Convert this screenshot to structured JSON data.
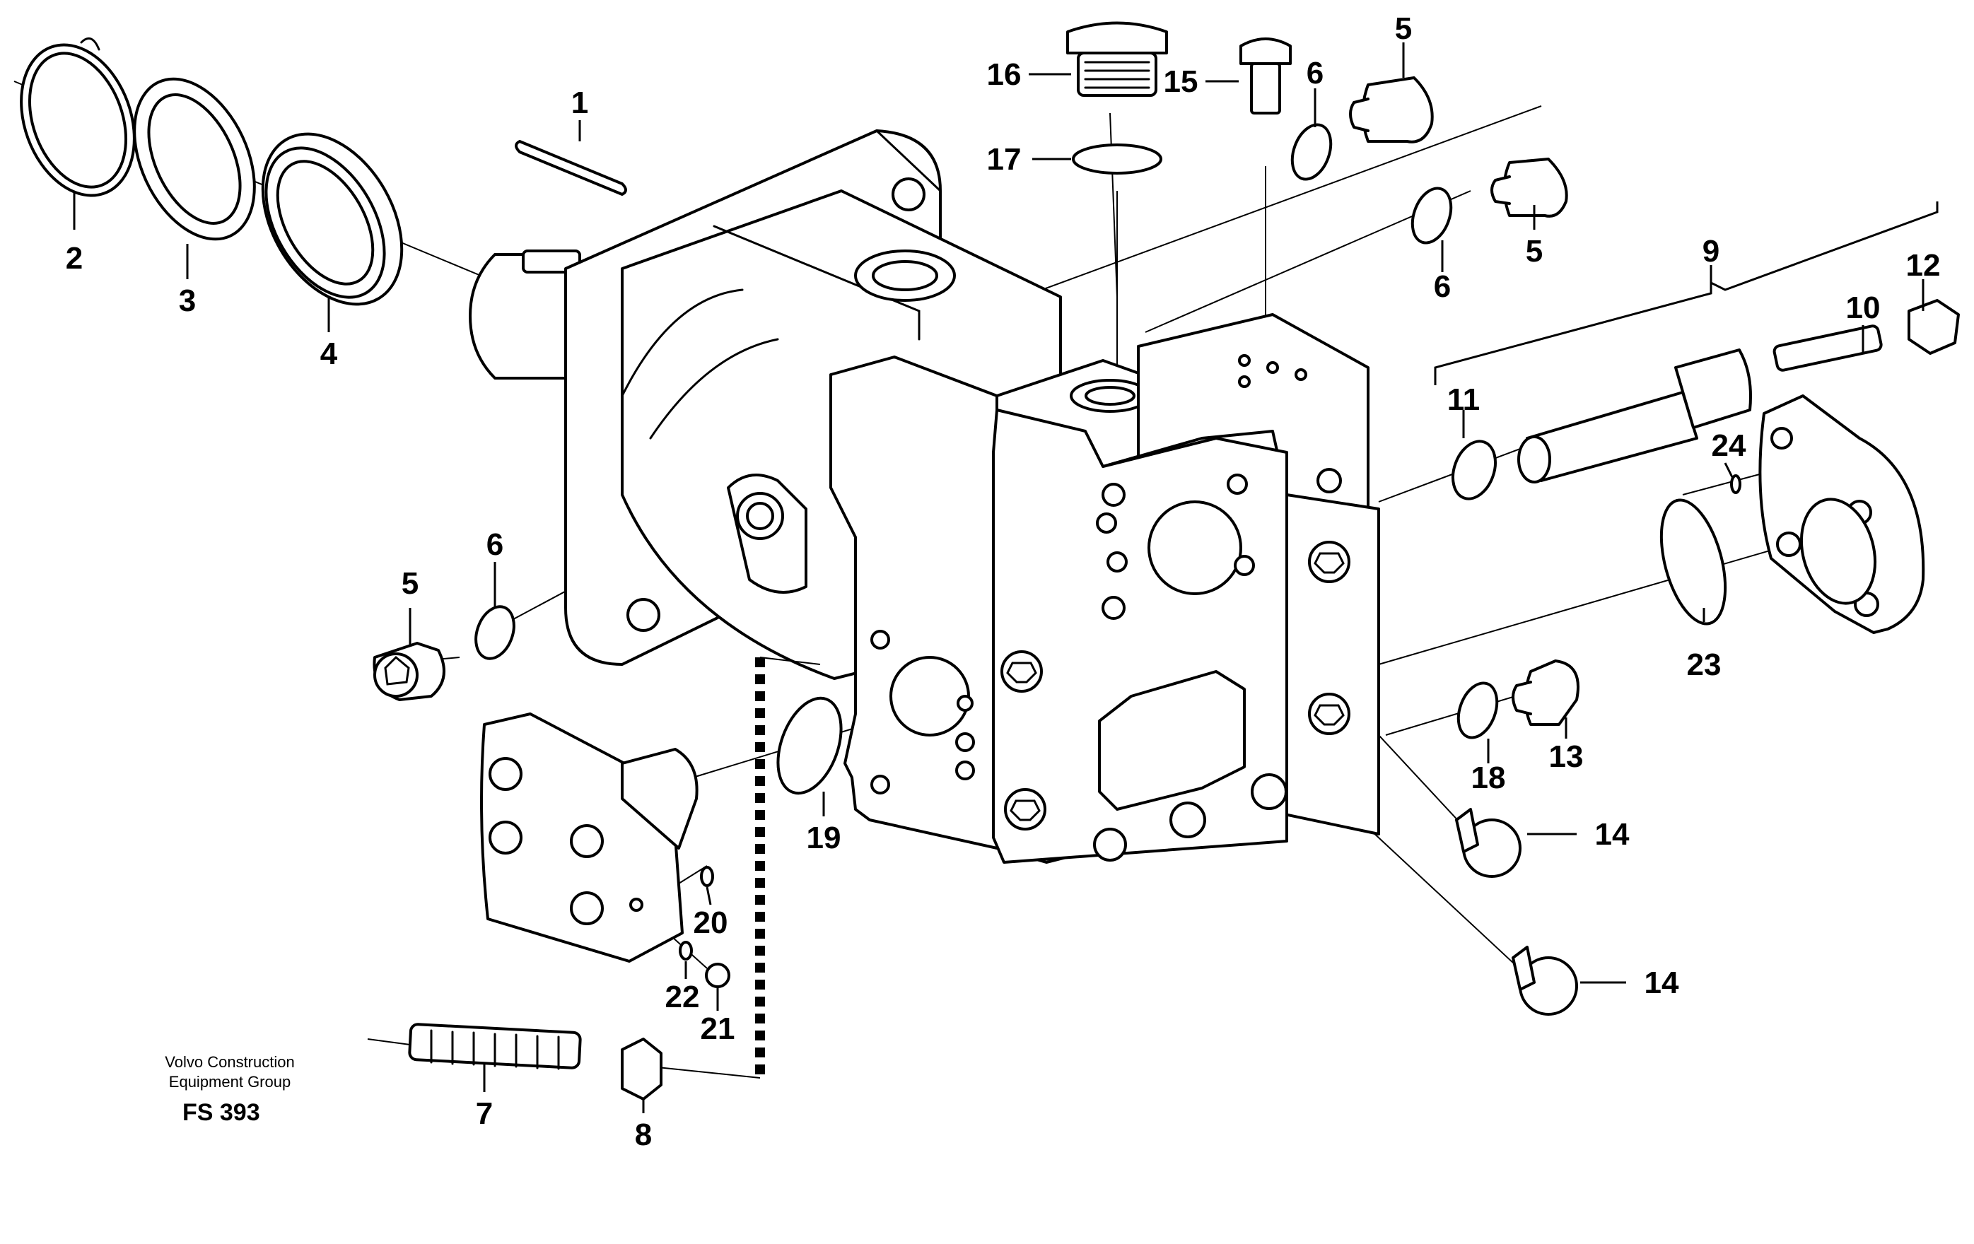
{
  "callouts": [
    "1",
    "2",
    "3",
    "4",
    "5",
    "6",
    "7",
    "8",
    "9",
    "10",
    "11",
    "12",
    "13",
    "14",
    "15",
    "16",
    "17",
    "18",
    "19",
    "20",
    "21",
    "22",
    "23",
    "24"
  ],
  "footer": {
    "company_line1": "Volvo Construction",
    "company_line2": "Equipment Group",
    "figure_code": "FS 393"
  }
}
